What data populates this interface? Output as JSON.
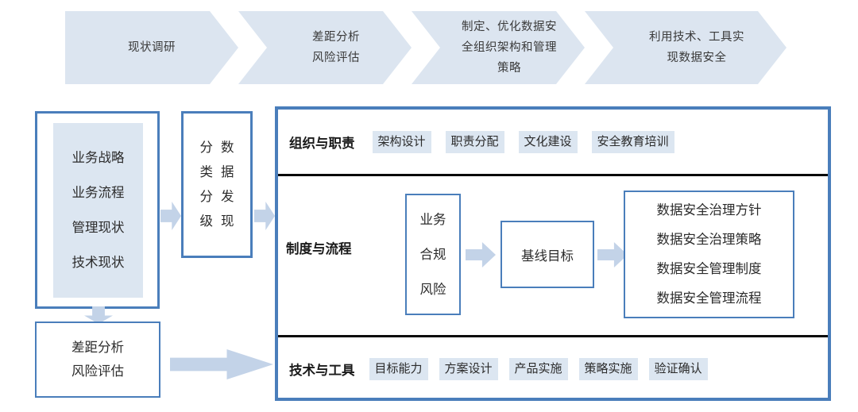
{
  "top_flow": {
    "steps": [
      {
        "lines": [
          "现状调研"
        ]
      },
      {
        "lines": [
          "差距分析",
          "风险评估"
        ]
      },
      {
        "lines": [
          "制定、优化数据安",
          "全组织架构和管理",
          "策略"
        ]
      },
      {
        "lines": [
          "利用技术、工具实",
          "现数据安全"
        ]
      }
    ]
  },
  "left_column": {
    "current_state_box": {
      "items": [
        "业务战略",
        "业务流程",
        "管理现状",
        "技术现状"
      ]
    },
    "gap_box": {
      "lines": [
        "差距分析",
        "风险评估"
      ]
    }
  },
  "classify_box": {
    "column_left": [
      "分",
      "类",
      "分",
      "级"
    ],
    "column_right": [
      "数",
      "据",
      "发",
      "现"
    ]
  },
  "main_panel": {
    "rows": [
      {
        "label": "组织与职责",
        "tags": [
          "架构设计",
          "职责分配",
          "文化建设",
          "安全教育培训"
        ]
      },
      {
        "label": "制度与流程",
        "drivers": [
          "业务",
          "合规",
          "风险"
        ],
        "baseline": "基线目标",
        "policies": [
          "数据安全治理方针",
          "数据安全治理策略",
          "数据安全管理制度",
          "数据安全管理流程"
        ]
      },
      {
        "label": "技术与工具",
        "tags": [
          "目标能力",
          "方案设计",
          "产品实施",
          "策略实施",
          "验证确认"
        ]
      }
    ]
  },
  "colors": {
    "chevron_fill": "#dce5f0",
    "box_border": "#4a7ebb",
    "tag_fill": "#dce6f1",
    "arrow_fill": "#c3d3e8",
    "divider": "#0a0a0a",
    "text": "#2b2b2b"
  }
}
